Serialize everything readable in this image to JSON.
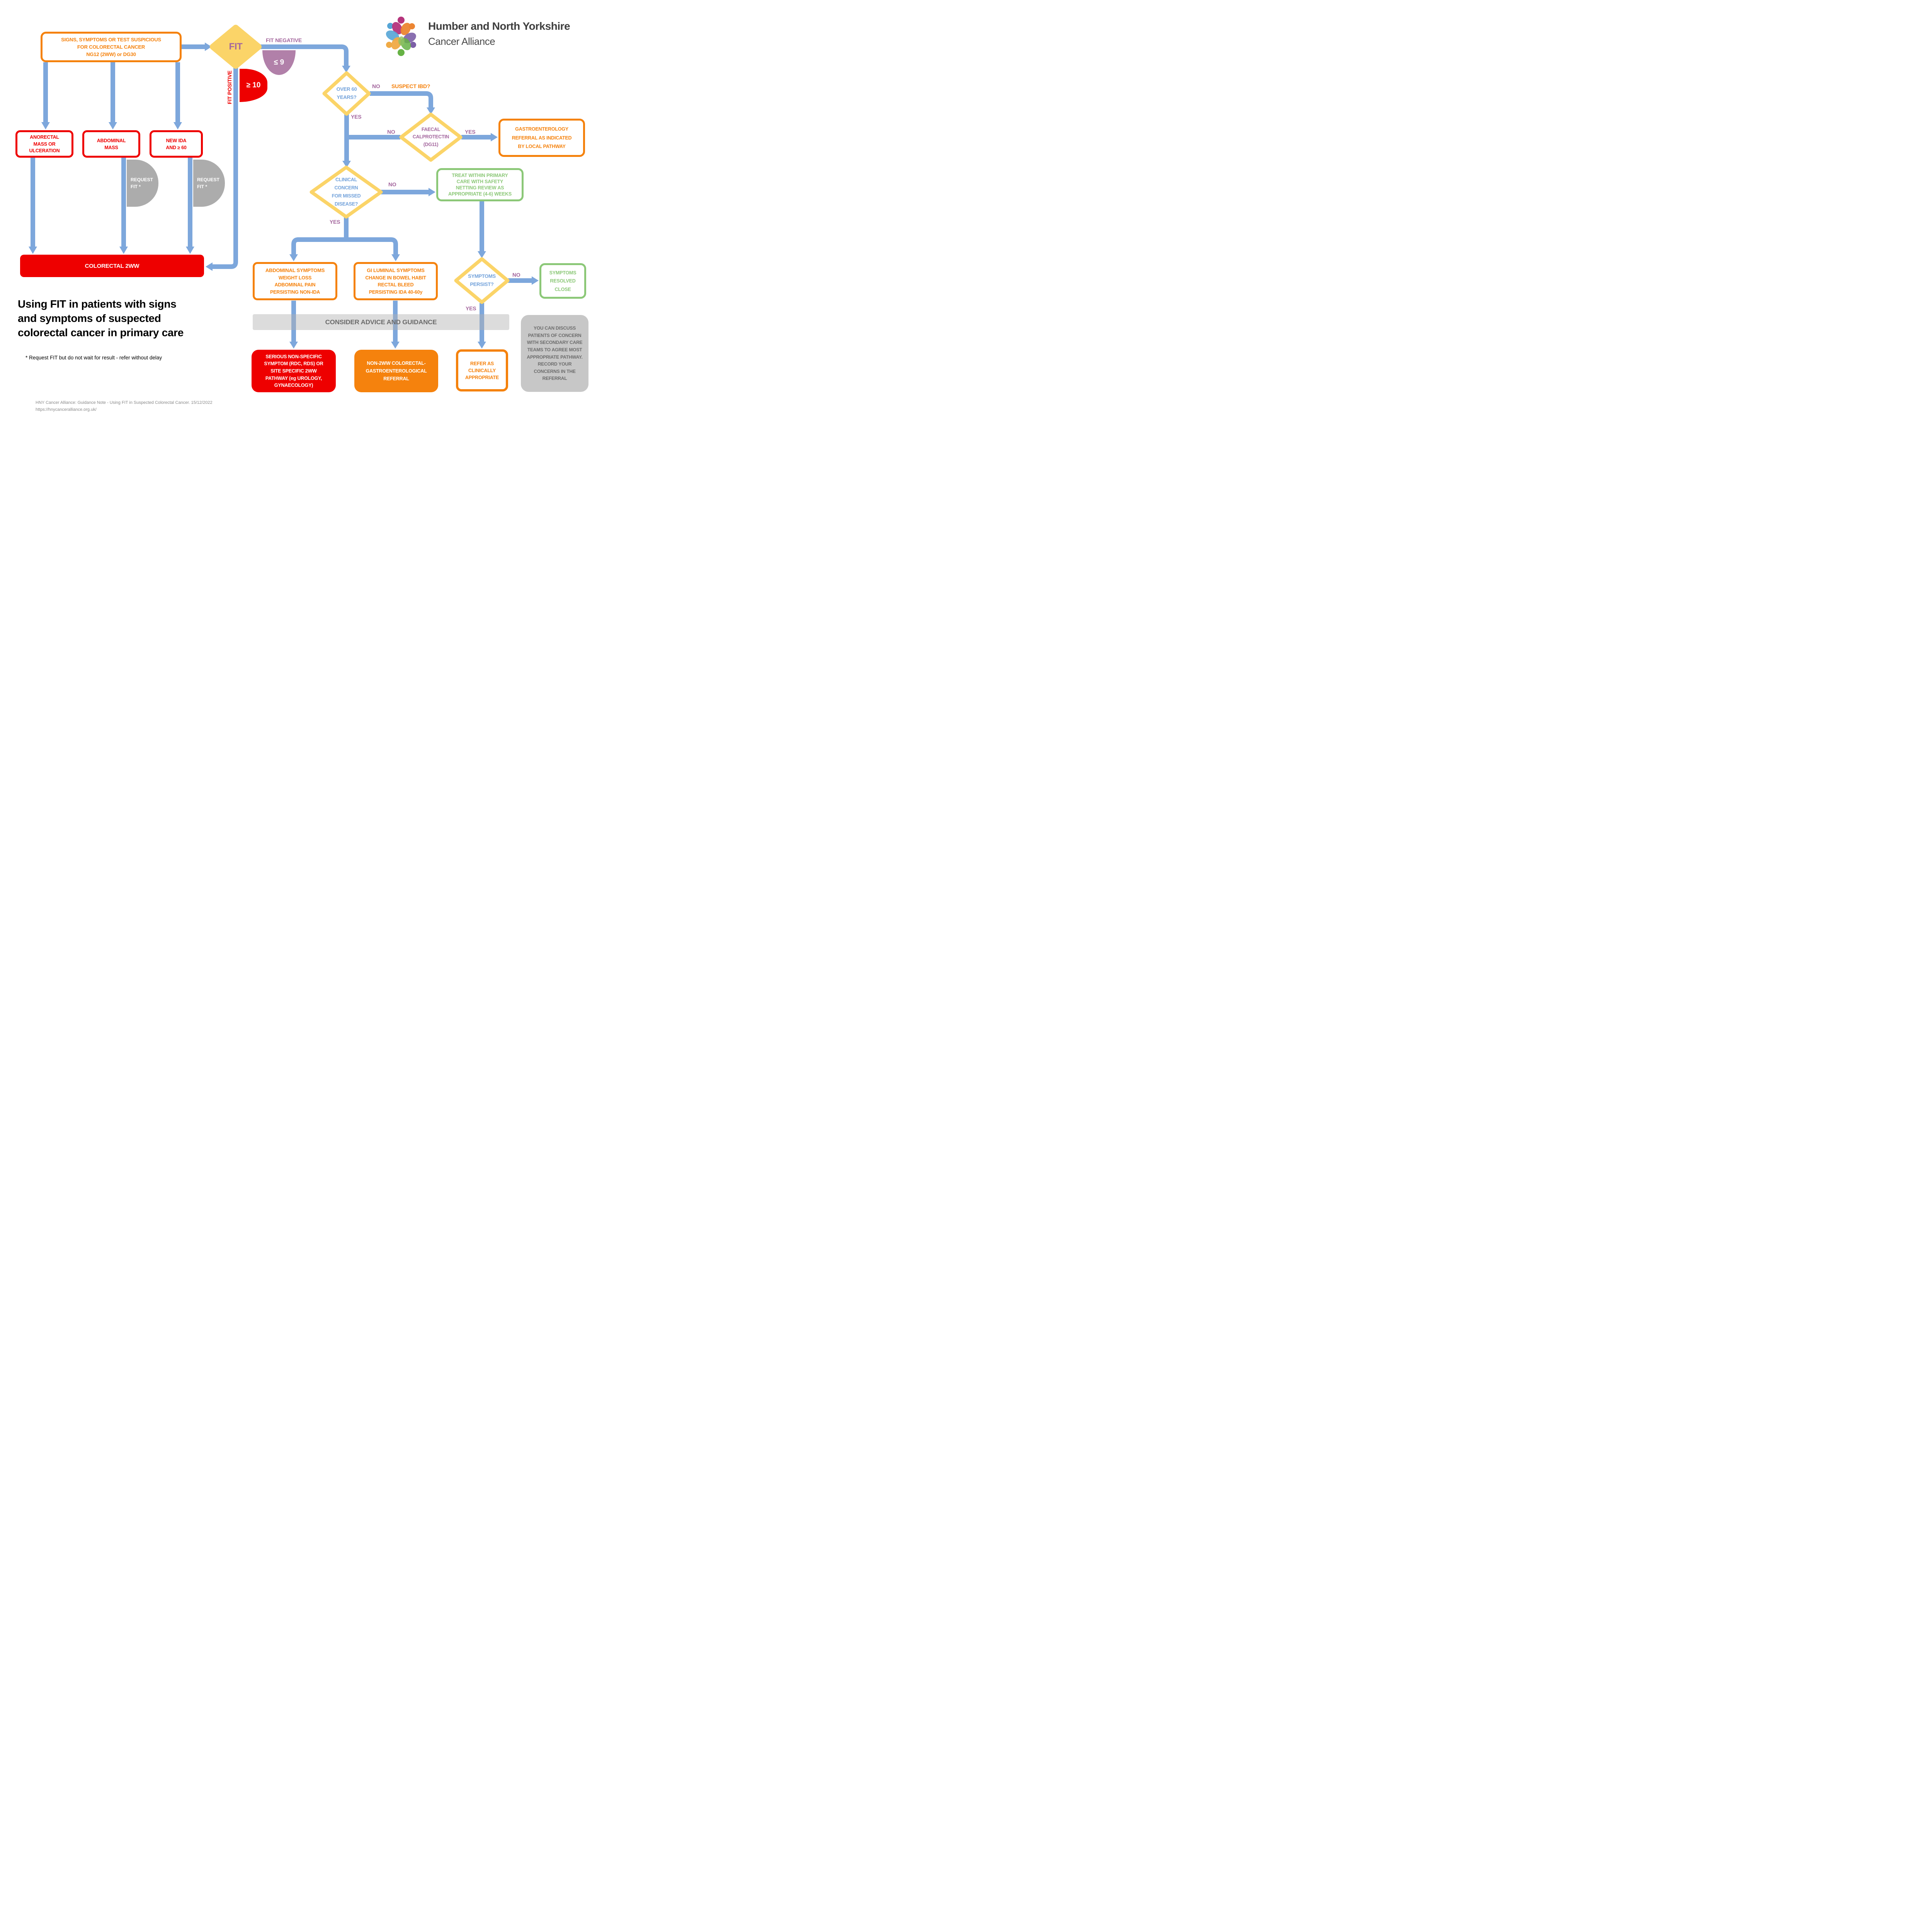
{
  "colors": {
    "blue": "#7DA7DC",
    "yellow": "#FBD468",
    "red": "#EE0000",
    "orange": "#F5820D",
    "green": "#8CC878",
    "blue-text": "#74A3DB",
    "purple-label": "#A4679E",
    "purple-shape": "#B180A9",
    "gray-disc": "#ACACAC",
    "gray-box": "#C7C7C7",
    "gray-text": "#6C6C6C"
  },
  "header": {
    "org_name": "Humber and North Yorkshire",
    "org_sub": "Cancer Alliance"
  },
  "title": {
    "line1": "Using FIT in patients with signs",
    "line2": "and symptoms of suspected",
    "line3": "colorectal cancer in primary care",
    "footnote": "* Request FIT but do not wait for result - refer without delay"
  },
  "footer": {
    "line1": "HNY Cancer Alliance: Guidance Note - Using FIT in Suspected Colorectal Cancer. 15/12/2022",
    "line2": "https://hnycanceralliance.org.uk/"
  },
  "labels": {
    "yes": "YES",
    "no": "NO",
    "fit_negative": "FIT NEGATIVE",
    "fit_positive": "FIT POSITIVE",
    "le9": "≤ 9",
    "ge10": "≥ 10",
    "suspect_ibd": "SUSPECT IBD?",
    "banner": "CONSIDER ADVICE AND GUIDANCE"
  },
  "nodes": {
    "signs": {
      "lines": [
        "SIGNS, SYMPTOMS OR TEST SUSPICIOUS",
        "FOR COLORECTAL CANCER",
        "NG12 (2WW) or DG30"
      ]
    },
    "fit": {
      "label": "FIT"
    },
    "anorectal": {
      "lines": [
        "ANORECTAL",
        "MASS OR",
        "ULCERATION"
      ]
    },
    "abdominal": {
      "lines": [
        "ABDOMINAL",
        "MASS"
      ]
    },
    "new_ida": {
      "lines": [
        "NEW IDA",
        "AND ≥ 60"
      ]
    },
    "request_fit": {
      "lines": [
        "REQUEST",
        "FIT *"
      ]
    },
    "colorectal_2ww": {
      "label": "COLORECTAL 2WW"
    },
    "over60": {
      "lines": [
        "OVER 60",
        "YEARS?"
      ]
    },
    "faecal": {
      "lines": [
        "FAECAL",
        "CALPROTECTIN",
        "(DG11)"
      ]
    },
    "gastro": {
      "lines": [
        "GASTROENTEROLOGY",
        "REFERRAL AS INDICATED",
        "BY LOCAL PATHWAY"
      ]
    },
    "clinical": {
      "lines": [
        "CLINICAL",
        "CONCERN",
        "FOR MISSED",
        "DISEASE?"
      ]
    },
    "treat": {
      "lines": [
        "TREAT WITHIN PRIMARY",
        "CARE WITH SAFETY",
        "NETTING REVIEW AS",
        "APPROPRIATE (4-6) WEEKS"
      ]
    },
    "abdo_sym": {
      "lines": [
        "ABDOMINAL SYMPTOMS",
        "WEIGHT LOSS",
        "ADBOMINAL PAIN",
        "PERSISTING NON-IDA"
      ]
    },
    "gi_sym": {
      "lines": [
        "GI LUMINAL SYMPTOMS",
        "CHANGE IN BOWEL HABIT",
        "RECTAL BLEED",
        "PERSISTING IDA 40-60y"
      ]
    },
    "persist": {
      "lines": [
        "SYMPTOMS",
        "PERSIST?"
      ]
    },
    "resolved": {
      "lines": [
        "SYMPTOMS",
        "RESOLVED",
        "CLOSE"
      ]
    },
    "serious": {
      "lines": [
        "SERIOUS NON-SPECIFIC",
        "SYMPTOM (RDC, RDS) OR",
        "SITE SPECIFIC 2WW",
        "PATHWAY (eg UROLOGY,",
        "GYNAECOLOGY)"
      ]
    },
    "non2ww": {
      "lines": [
        "NON-2WW COLORECTAL-",
        "GASTROENTEROLOGICAL",
        "REFERRAL"
      ]
    },
    "refer": {
      "lines": [
        "REFER AS",
        "CLINICALLY",
        "APPROPRIATE"
      ]
    },
    "discuss": {
      "text": "YOU CAN DISCUSS PATIENTS OF CONCERN WITH SECONDARY CARE TEAMS TO AGREE MOST APPROPRIATE PATHWAY. RECORD YOUR CONCERNS IN THE REFERRAL"
    }
  }
}
